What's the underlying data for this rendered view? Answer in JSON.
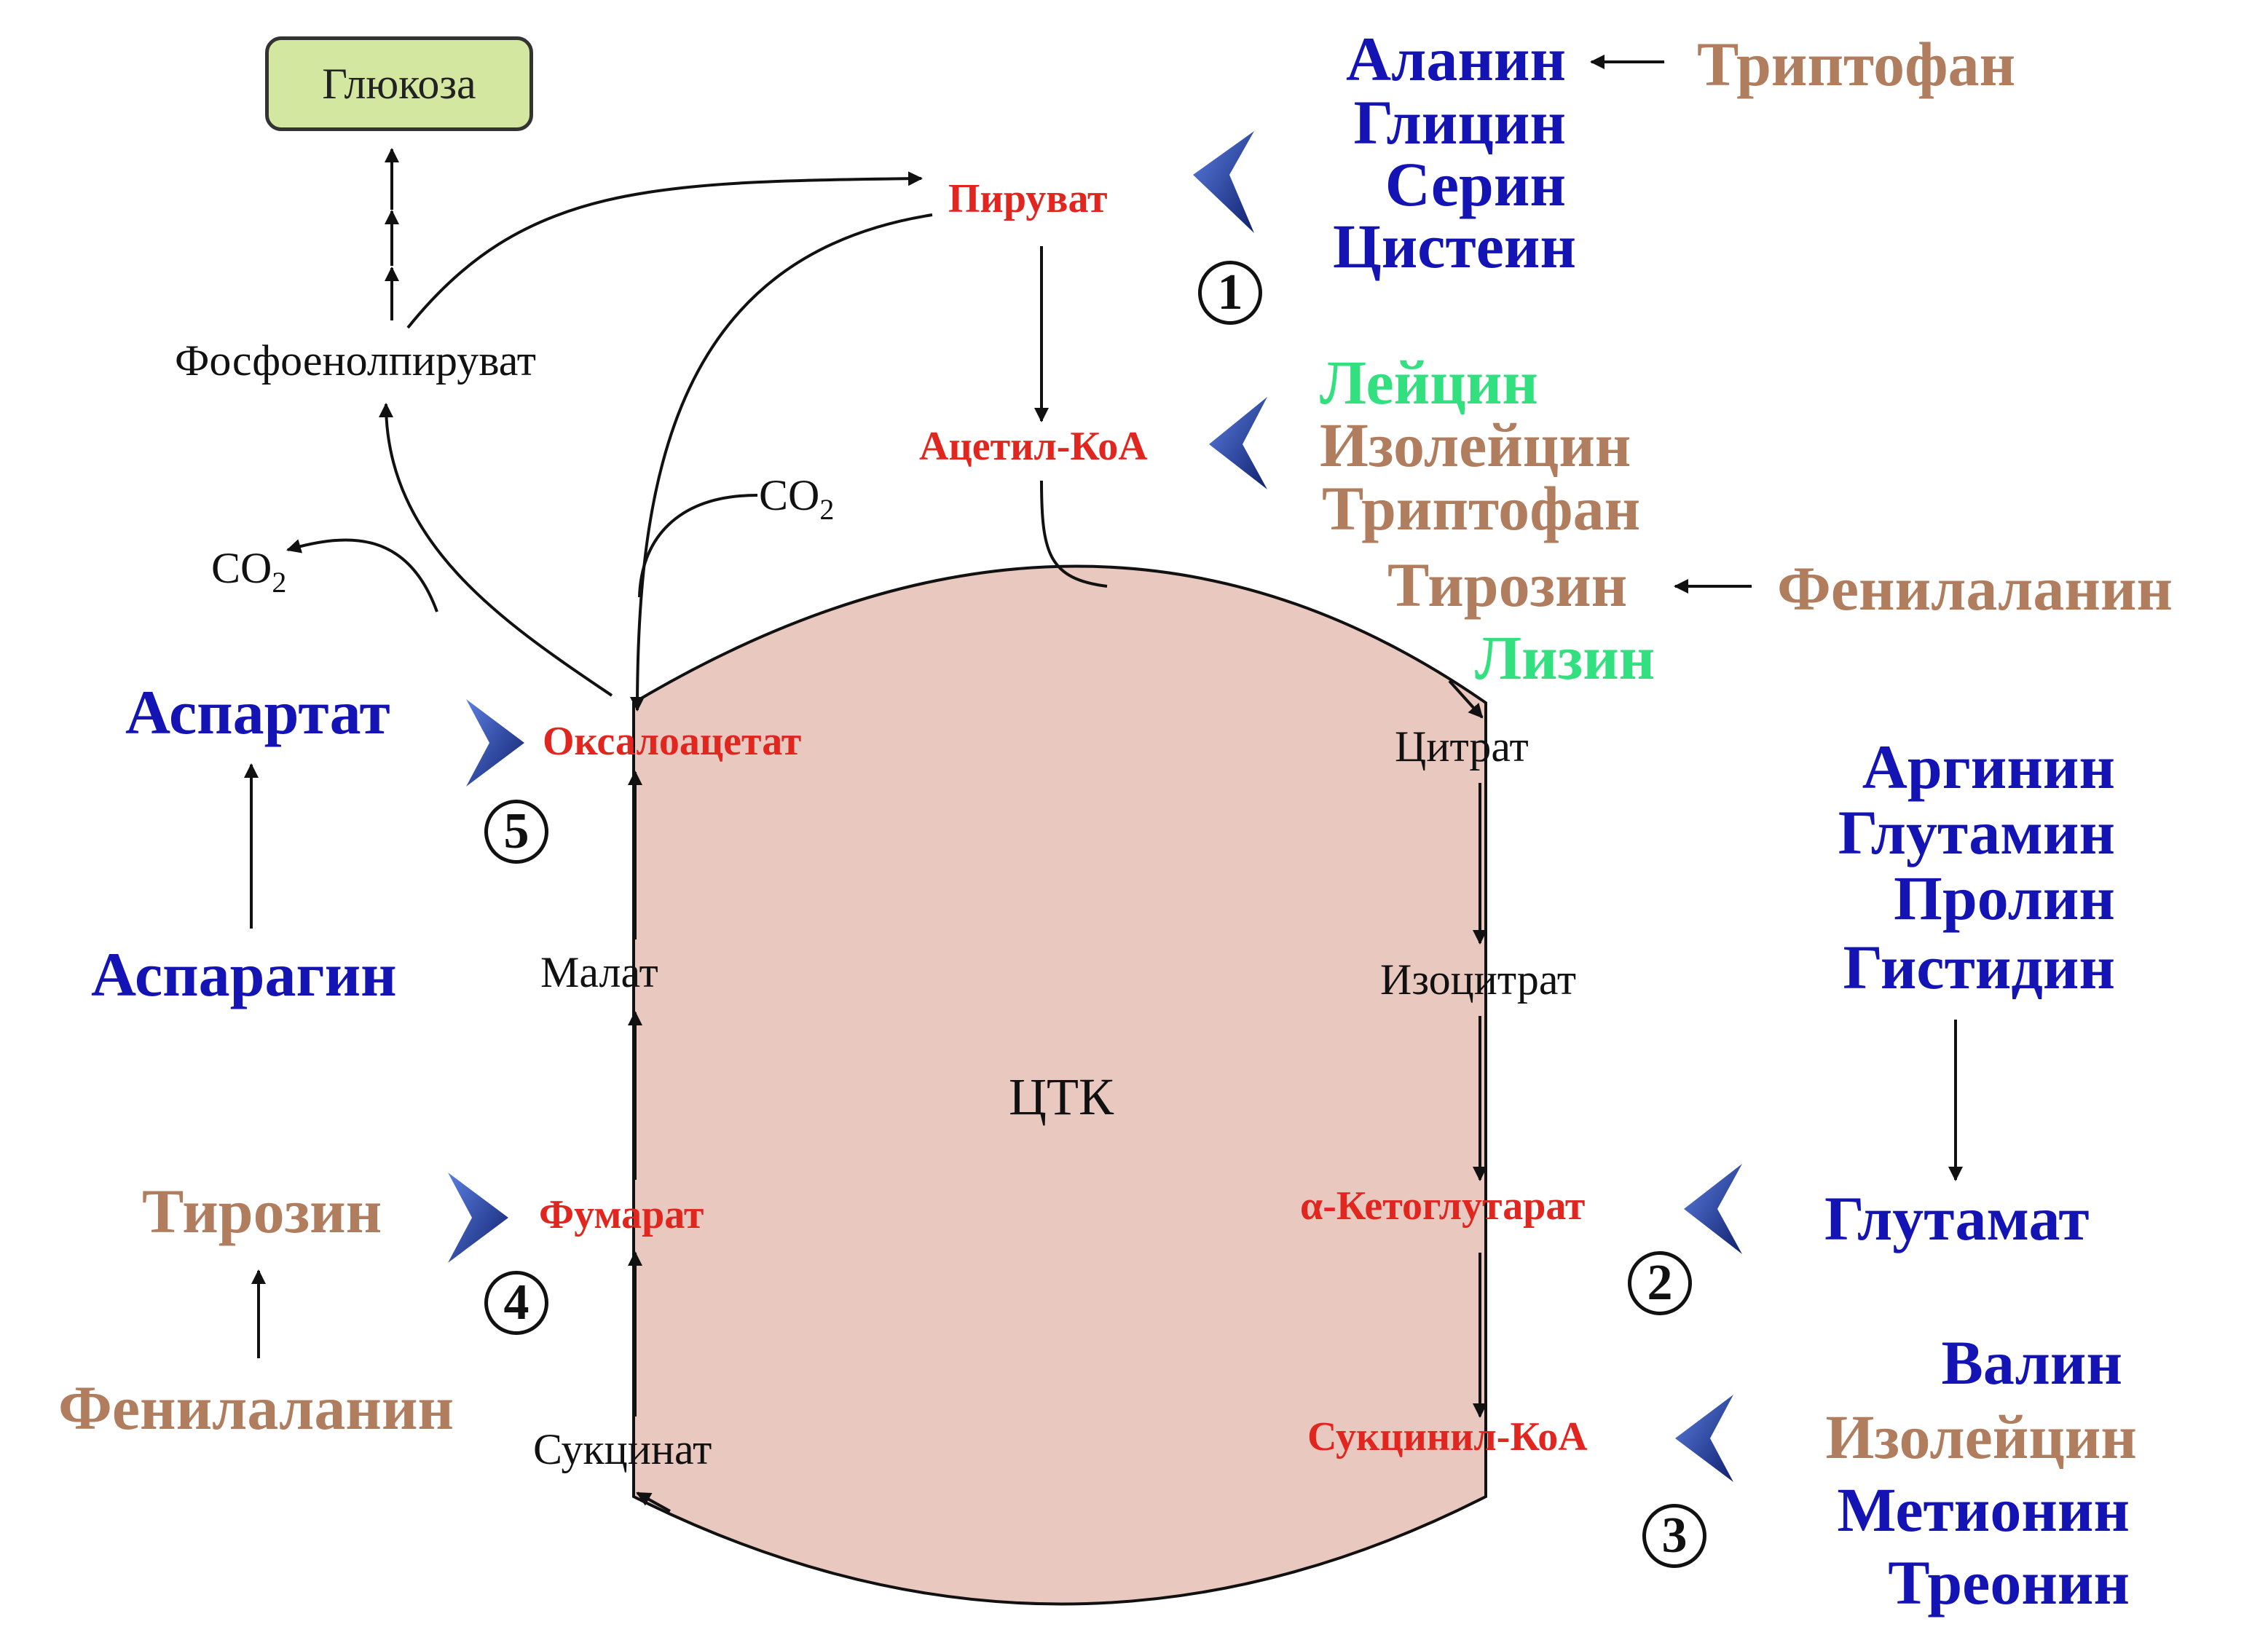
{
  "colors": {
    "essential_blue": "#1414b4",
    "brown": "#b07e5e",
    "green": "#33e07f",
    "metabolite_red": "#e0261f",
    "cycle_fill": "#e9c8c0",
    "chevron_blue": "#1f3aa5"
  },
  "glucose": "Глюкоза",
  "pep": "Фосфоенолпируват",
  "co2_left": "CO",
  "co2_right": "CO",
  "co2_subscript": "2",
  "metabolites": {
    "pyruvate": "Пируват",
    "acetyl_coa": "Ацетил-КоА",
    "oxaloacetate": "Оксалоацетат",
    "fumarate": "Фумарат",
    "alpha_kg": "α-Кетоглутарат",
    "succinyl_coa": "Сукцинил-КоА"
  },
  "cycle": {
    "center": "ЦТК",
    "citrate": "Цитрат",
    "isocitrate": "Изоцитрат",
    "malate": "Малат",
    "succinate": "Сукцинат"
  },
  "numbers": [
    "1",
    "2",
    "3",
    "4",
    "5"
  ],
  "group1": [
    "Аланин",
    "Глицин",
    "Серин",
    "Цистеин"
  ],
  "group1_precursor": "Триптофан",
  "group_acetyl": [
    "Лейцин",
    "Изолейцин",
    "Триптофан",
    "Тирозин",
    "Лизин"
  ],
  "group_acetyl_precursor": "Фенилаланин",
  "group2": [
    "Аргинин",
    "Глутамин",
    "Пролин",
    "Гистидин"
  ],
  "group2_product": "Глутамат",
  "group3": [
    "Валин",
    "Изолейцин",
    "Метионин",
    "Треонин"
  ],
  "group5": "Аспартат",
  "group5_precursor": "Аспарагин",
  "group4": "Тирозин",
  "group4_precursor": "Фенилаланин"
}
